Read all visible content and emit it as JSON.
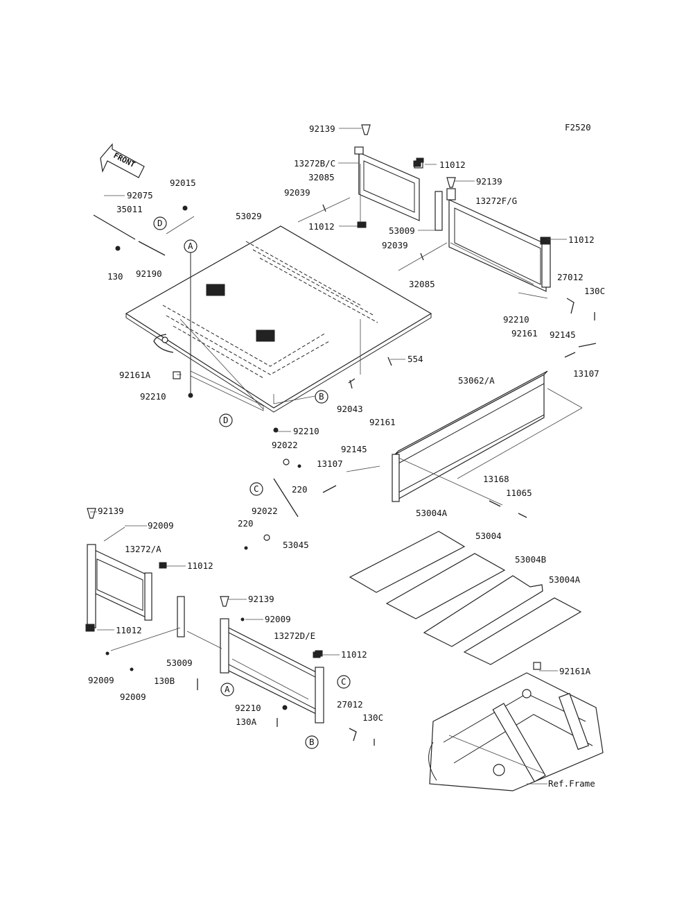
{
  "figure_code": "F2520",
  "front_label": "FRONT",
  "ref_circles": {
    "A": "A",
    "B": "B",
    "C": "C",
    "D": "D"
  },
  "labels": {
    "p92139_top": "92139",
    "p13272bc": "13272B/C",
    "p11012_a": "11012",
    "p32085_a": "32085",
    "p92039_a": "92039",
    "p11012_b": "11012",
    "p92139_r": "92139",
    "p13272fg": "13272F/G",
    "p53009_a": "53009",
    "p11012_c": "11012",
    "p92039_b": "92039",
    "p32085_b": "32085",
    "p27012_a": "27012",
    "p130c_a": "130C",
    "p92210_a": "92210",
    "p92075": "92075",
    "p92015": "92015",
    "p35011": "35011",
    "p130": "130",
    "p92190": "92190",
    "p53029": "53029",
    "p92161a_a": "92161A",
    "p92210_b": "92210",
    "p554": "554",
    "p92043": "92043",
    "p92210_c": "92210",
    "p92161_a": "92161",
    "p92145_a": "92145",
    "p13107_a": "13107",
    "p53062a": "53062/A",
    "p92161_b": "92161",
    "p92022_a": "92022",
    "p92145_b": "92145",
    "p13107_b": "13107",
    "p220_a": "220",
    "p13168": "13168",
    "p11065": "11065",
    "p92022_b": "92022",
    "p220_b": "220",
    "p53045": "53045",
    "p53004a_a": "53004A",
    "p53004": "53004",
    "p53004b": "53004B",
    "p53004a_b": "53004A",
    "p92139_l": "92139",
    "p92009_a": "92009",
    "p13272a": "13272/A",
    "p11012_d": "11012",
    "p11012_e": "11012",
    "p92139_m": "92139",
    "p92009_b": "92009",
    "p13272de": "13272D/E",
    "p11012_f": "11012",
    "p53009_b": "53009",
    "p92009_c": "92009",
    "p92009_d": "92009",
    "p130b": "130B",
    "p92210_d": "92210",
    "p27012_b": "27012",
    "p130a": "130A",
    "p130c_b": "130C",
    "p92161a_b": "92161A",
    "ref_frame": "Ref.Frame"
  }
}
